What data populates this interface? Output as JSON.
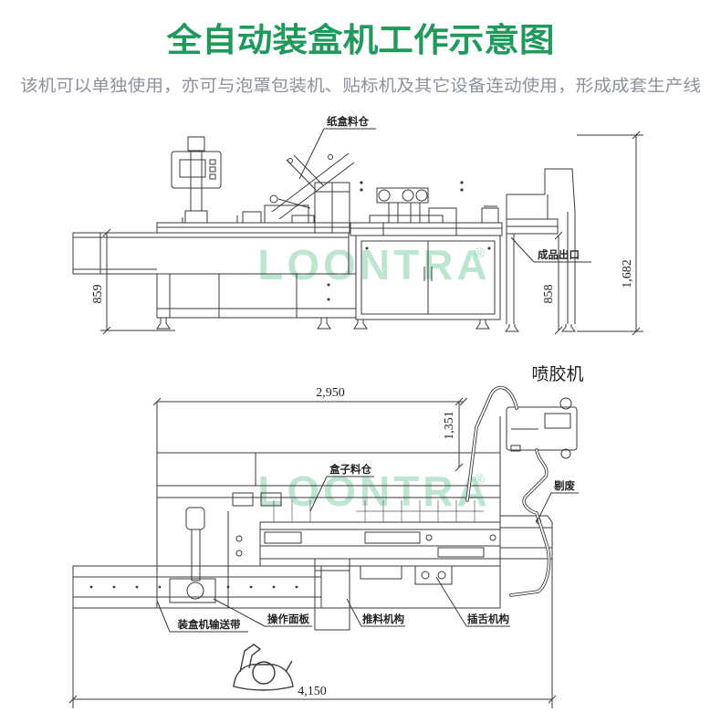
{
  "title": "全自动装盒机工作示意图",
  "subtitle": "该机可以单独使用，亦可与泡罩包装机、贴标机及其它设备连动使用，形成成套生产线",
  "watermark": {
    "text": "LOONTRA",
    "mark": "®"
  },
  "colors": {
    "title": "#1e9a5a",
    "subtitle": "#8c929c",
    "line": "#3a3a3a",
    "watermark": "#86d3ab"
  },
  "front_view": {
    "labels": {
      "carton_magazine": "纸盒料仓",
      "product_outlet": "成品出口"
    },
    "dimensions": {
      "left_height": "859",
      "outlet_height": "858",
      "total_height": "1,682"
    }
  },
  "top_view": {
    "labels": {
      "glue_machine": "喷胶机",
      "box_magazine": "盒子料仓",
      "reject": "剔废",
      "conveyor": "装盒机输送带",
      "operation_panel": "操作面板",
      "pusher": "推料机构",
      "tongue_inserter": "插舌机构"
    },
    "dimensions": {
      "main_length": "2,950",
      "upper_width": "1,351",
      "total_length": "4,150"
    }
  }
}
